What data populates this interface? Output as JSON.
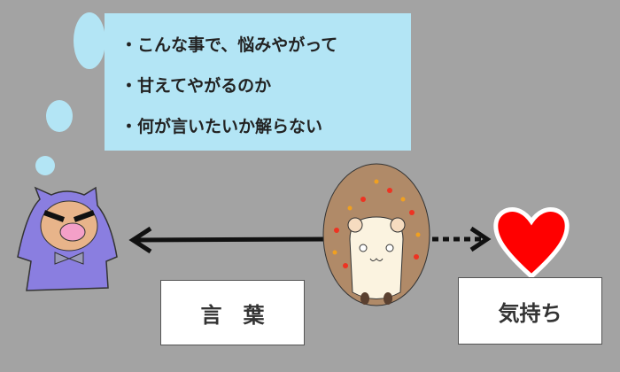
{
  "thought_bubble": {
    "lines": [
      "こんな事で、悩みやがって",
      "甘えてやがるのか",
      "何が言いたいか解らない"
    ]
  },
  "labels": {
    "words": "言　葉",
    "feelings": "気持ち"
  },
  "colors": {
    "background": "#a3a3a3",
    "bubble": "#b3e5f5",
    "heart": "#ff0000"
  }
}
